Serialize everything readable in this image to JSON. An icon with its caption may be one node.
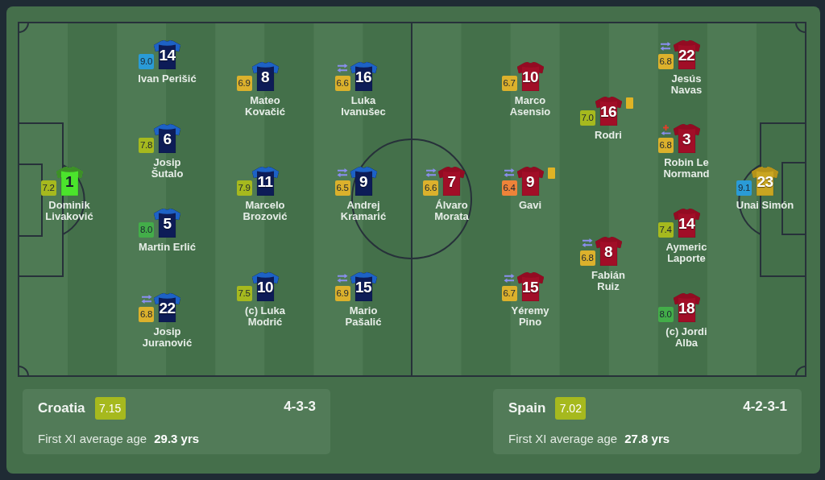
{
  "diagram": {
    "nodes": [
      {
        "text": [
          "1"
        ],
        "beside": [
          "Dominik Livaković"
        ]
      },
      {
        "text": [
          "7.2"
        ]
      },
      {
        "text": [
          "14"
        ],
        "beside": [
          "Ivan Perišić"
        ]
      },
      {
        "text": [
          "9.0"
        ]
      },
      {
        "text": [
          "6"
        ],
        "beside": [
          "Josip Šutalo"
        ]
      },
      {
        "text": [
          "7.8"
        ]
      },
      {
        "text": [
          "5"
        ],
        "beside": [
          "Martin Erlić"
        ]
      },
      {
        "text": [
          "8.0"
        ]
      },
      {
        "text": [
          "22"
        ],
        "beside": [
          "Josip Juranović"
        ]
      },
      {
        "text": [
          "6.8"
        ]
      },
      {
        "text": [
          "8"
        ],
        "beside": [
          "Mateo Kovačić"
        ]
      },
      {
        "text": [
          "6.9"
        ]
      },
      {
        "text": [
          "11"
        ],
        "beside": [
          "Marcelo Brozović"
        ]
      },
      {
        "text": [
          "7.9"
        ]
      },
      {
        "text": [
          "10"
        ],
        "beside": [
          "(c) Luka Modrić"
        ]
      },
      {
        "text": [
          "7.5"
        ]
      },
      {
        "text": [
          "16"
        ],
        "beside": [
          "Luka Ivanušec"
        ]
      },
      {
        "text": [
          "6.6"
        ]
      },
      {
        "text": [
          "9"
        ],
        "beside": [
          "Andrej Kramarić"
        ]
      },
      {
        "text": [
          "6.5"
        ]
      },
      {
        "text": [
          "15"
        ],
        "beside": [
          "Mario Pašalić"
        ]
      },
      {
        "text": [
          "6.9"
        ]
      },
      {
        "text": [
          "7"
        ],
        "beside": [
          "Álvaro Morata"
        ]
      },
      {
        "text": [
          "6.6"
        ]
      },
      {
        "text": [
          "10"
        ],
        "beside": [
          "Marco Asensio"
        ]
      },
      {
        "text": [
          "6.7"
        ]
      },
      {
        "text": [
          "9"
        ],
        "beside": [
          "Gavi"
        ]
      },
      {
        "text": [
          "6.4"
        ]
      },
      {
        "text": [
          "15"
        ],
        "beside": [
          "Yéremy Pino"
        ]
      },
      {
        "text": [
          "6.7"
        ]
      },
      {
        "text": [
          "16"
        ],
        "beside": [
          "Rodri"
        ]
      },
      {
        "text": [
          "7.0"
        ]
      },
      {
        "text": [
          "8"
        ],
        "beside": [
          "Fabián Ruiz"
        ]
      },
      {
        "text": [
          "6.8"
        ]
      },
      {
        "text": [
          "22"
        ],
        "beside": [
          "Jesús Navas"
        ]
      },
      {
        "text": [
          "6.8"
        ]
      },
      {
        "text": [
          "3"
        ],
        "beside": [
          "Robin Le Normand"
        ]
      },
      {
        "text": [
          "6.8"
        ]
      },
      {
        "text": [
          "14"
        ],
        "beside": [
          "Aymeric Laporte"
        ]
      },
      {
        "text": [
          "7.4"
        ]
      },
      {
        "text": [
          "18"
        ],
        "beside": [
          "(c) Jordi Alba"
        ]
      },
      {
        "text": [
          "8.0"
        ]
      },
      {
        "text": [
          "23"
        ],
        "beside": [
          "Unai Simón"
        ]
      },
      {
        "text": [
          "9.1"
        ]
      },
      {
        "text": [
          "Croatia",
          "4-3-3",
          "First XI average age **29.3 yrs**"
        ]
      },
      {
        "text": [
          "7.15"
        ],
        "in": 44
      },
      {
        "text": [
          "Spain",
          "4-2-3-1",
          "First XI average age **27.8 yrs**"
        ]
      },
      {
        "text": [
          "7.02"
        ],
        "in": 46
      }
    ]
  }
}
